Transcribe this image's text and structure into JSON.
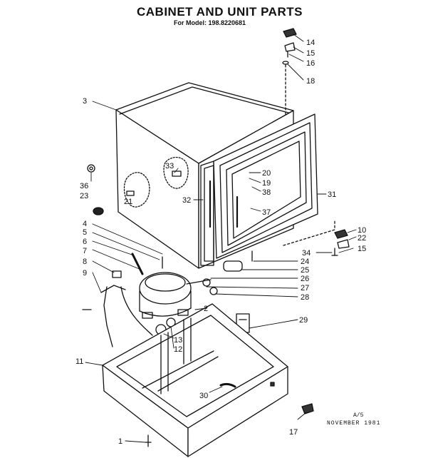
{
  "header": {
    "title": "CABINET AND UNIT PARTS",
    "model_line": "For Model: 198.8220681"
  },
  "footer": {
    "code": "A/5",
    "date": "NOVEMBER 1981"
  },
  "callouts": [
    "14",
    "15",
    "16",
    "18",
    "3",
    "20",
    "19",
    "38",
    "33",
    "36",
    "23",
    "21",
    "32",
    "37",
    "31",
    "4",
    "5",
    "6",
    "7",
    "10",
    "22",
    "15",
    "34",
    "24",
    "25",
    "26",
    "27",
    "28",
    "8",
    "9",
    "2",
    "29",
    "13",
    "12",
    "11",
    "30",
    "17",
    "1"
  ]
}
